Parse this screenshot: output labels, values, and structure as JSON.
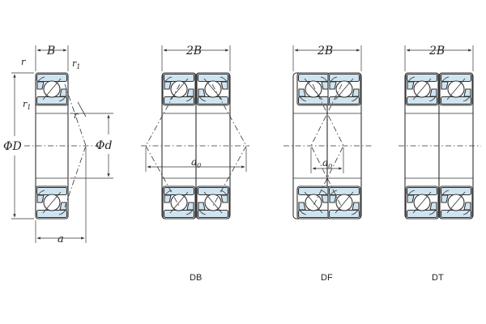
{
  "diagram": {
    "single": {
      "width_label": "B",
      "r_top_left": "r",
      "r1_top_right": "r",
      "r1_top_right_sub": "1",
      "r1_left": "r",
      "r1_left_sub": "1",
      "r_right": "r",
      "outer_dia": "ΦD",
      "bore_dia": "Φd",
      "a_label": "a"
    },
    "db": {
      "width_label": "2B",
      "a0_label": "a",
      "a0_sub": "0",
      "caption": "DB"
    },
    "df": {
      "width_label": "2B",
      "a0_label": "a",
      "a0_sub": "0",
      "caption": "DF"
    },
    "dt": {
      "width_label": "2B",
      "caption": "DT"
    }
  }
}
